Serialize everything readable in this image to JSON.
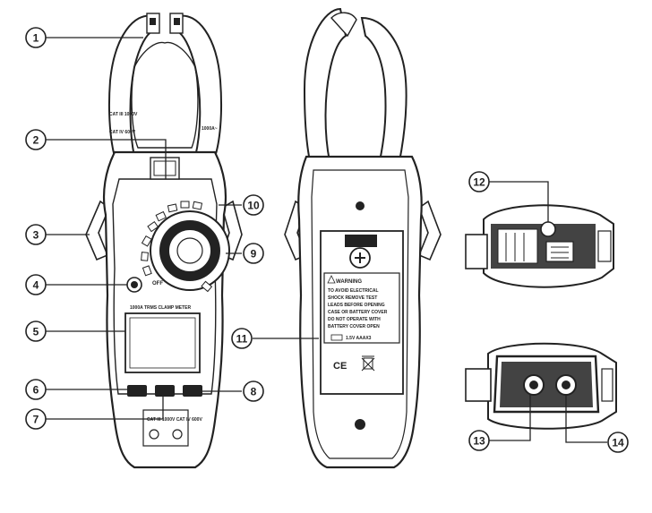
{
  "callouts": [
    {
      "id": "c1",
      "label": "1"
    },
    {
      "id": "c2",
      "label": "2"
    },
    {
      "id": "c3",
      "label": "3"
    },
    {
      "id": "c4",
      "label": "4"
    },
    {
      "id": "c5",
      "label": "5"
    },
    {
      "id": "c6",
      "label": "6"
    },
    {
      "id": "c7",
      "label": "7"
    },
    {
      "id": "c8",
      "label": "8"
    },
    {
      "id": "c9",
      "label": "9"
    },
    {
      "id": "c10",
      "label": "10"
    },
    {
      "id": "c11",
      "label": "11"
    },
    {
      "id": "c12",
      "label": "12"
    },
    {
      "id": "c13",
      "label": "13"
    },
    {
      "id": "c14",
      "label": "14"
    }
  ],
  "front_view": {
    "jaw_label_left": "CAT III 1000V",
    "jaw_label_left_2": "CAT IV 600V",
    "jaw_label_right": "1000A~",
    "dial_off": "OFF",
    "model_text": "1000A TRMS CLAMP METER",
    "bottom_text": "CAT III 1000V CAT IV 600V"
  },
  "back_view": {
    "warning_title": "WARNING",
    "warning_lines": [
      "TO AVOID ELECTRICAL",
      "SHOCK REMOVE TEST",
      "LEADS BEFORE OPENING",
      "CASE OR BATTERY COVER",
      "DO NOT OPERATE WITH",
      "BATTERY COVER OPEN"
    ],
    "battery_text": "1.5V AAAX3",
    "ce_mark": "CE"
  }
}
